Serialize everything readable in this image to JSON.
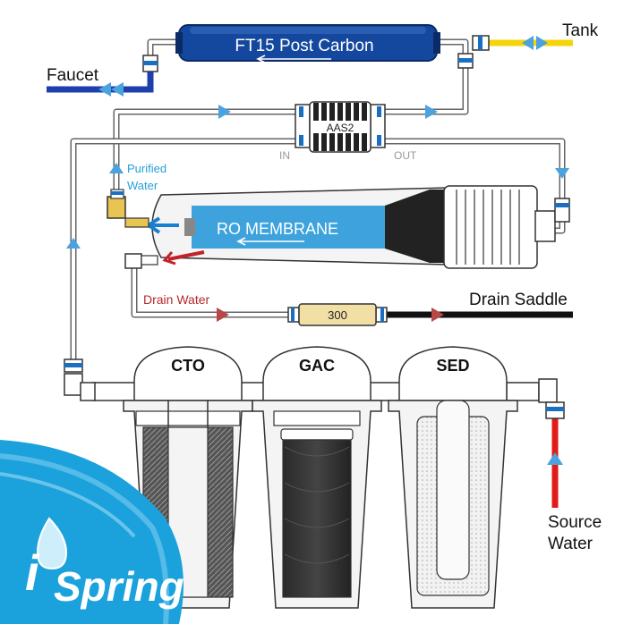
{
  "labels": {
    "post_filter": "FT15 Post Carbon",
    "tank": "Tank",
    "faucet": "Faucet",
    "aas": "AAS2",
    "aas_in": "IN",
    "aas_out": "OUT",
    "purified_line1": "Purified",
    "purified_line2": "Water",
    "membrane": "RO MEMBRANE",
    "drain_water": "Drain Water",
    "flow_restrictor": "300",
    "drain_saddle": "Drain Saddle",
    "stage_cto": "CTO",
    "stage_gac": "GAC",
    "stage_sed": "SED",
    "source_line1": "Source",
    "source_line2": "Water",
    "logo_i": "i",
    "logo_text": "Spring"
  },
  "colors": {
    "post_filter_blue": "#14479e",
    "membrane_blue": "#3ea3dc",
    "tank_line": "#f5d40c",
    "faucet_line": "#1e3fae",
    "source_line": "#e11a1a",
    "drain_line": "#111111",
    "drain_label": "#b52a2a",
    "flow_arrow": "#4aa3df",
    "drain_arrow": "#b84848",
    "purified_label": "#2a9fd6",
    "logo_blue": "#1ba2dc"
  }
}
